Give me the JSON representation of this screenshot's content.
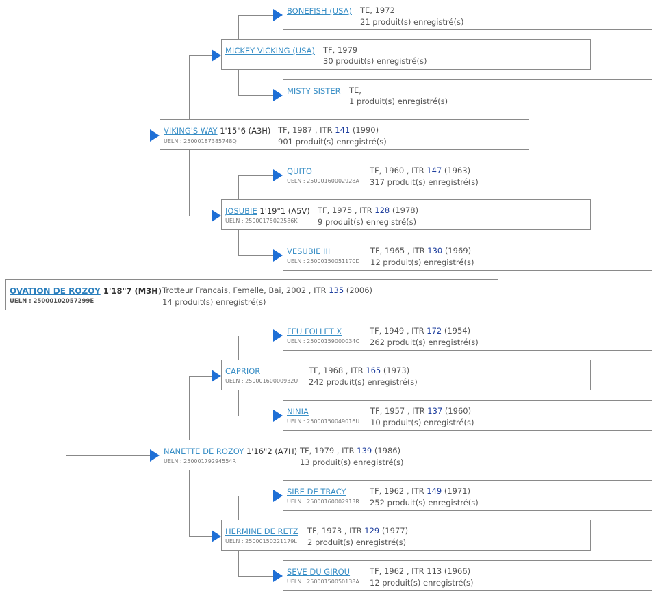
{
  "horses": {
    "root": {
      "name": "OVATION DE ROZOY",
      "time": "1'18\"7 (M3H)",
      "ueln": "UELN : 25000102057299E",
      "info": "Trotteur Francais, Femelle, Bai, 2002 , ITR",
      "itr": "135",
      "itr_year": "(2006)",
      "products": "14 produit(s) enregistré(s)"
    },
    "vikings_way": {
      "name": "VIKING'S WAY",
      "time": "1'15\"6 (A3H)",
      "ueln": "UELN : 25000187385748Q",
      "info": "TF, 1987 , ITR",
      "itr": "141",
      "itr_year": "(1990)",
      "products": "901 produit(s) enregistré(s)"
    },
    "mickey_vicking": {
      "name": "MICKEY VICKING (USA)",
      "info": "TF, 1979",
      "products": "30 produit(s) enregistré(s)"
    },
    "bonefish": {
      "name": "BONEFISH (USA)",
      "info": "TE, 1972",
      "products": "21 produit(s) enregistré(s)"
    },
    "misty_sister": {
      "name": "MISTY SISTER",
      "info": "TE,",
      "products": "1 produit(s) enregistré(s)"
    },
    "josubie": {
      "name": "JOSUBIE",
      "time": "1'19\"1 (A5V)",
      "ueln": "UELN : 25000175022586K",
      "info": "TF, 1975 , ITR",
      "itr": "128",
      "itr_year": "(1978)",
      "products": "9 produit(s) enregistré(s)"
    },
    "quito": {
      "name": "QUITO",
      "ueln": "UELN : 25000160002928A",
      "info": "TF, 1960 , ITR",
      "itr": "147",
      "itr_year": "(1963)",
      "products": "317 produit(s) enregistré(s)"
    },
    "vesubie": {
      "name": "VESUBIE III",
      "ueln": "UELN : 25000150051170D",
      "info": "TF, 1965 , ITR",
      "itr": "130",
      "itr_year": "(1969)",
      "products": "12 produit(s) enregistré(s)"
    },
    "nanette": {
      "name": "NANETTE DE ROZOY",
      "time": "1'16\"2 (A7H)",
      "ueln": "UELN : 25000179294554R",
      "info": "TF, 1979 , ITR",
      "itr": "139",
      "itr_year": "(1986)",
      "products": "13 produit(s) enregistré(s)"
    },
    "caprior": {
      "name": "CAPRIOR",
      "ueln": "UELN : 25000160000932U",
      "info": "TF, 1968 , ITR",
      "itr": "165",
      "itr_year": "(1973)",
      "products": "242 produit(s) enregistré(s)"
    },
    "feu_follet": {
      "name": "FEU FOLLET X",
      "ueln": "UELN : 25000159000034C",
      "info": "TF, 1949 , ITR",
      "itr": "172",
      "itr_year": "(1954)",
      "products": "262 produit(s) enregistré(s)"
    },
    "ninia": {
      "name": "NINIA",
      "ueln": "UELN : 25000150049016U",
      "info": "TF, 1957 , ITR",
      "itr": "137",
      "itr_year": "(1960)",
      "products": "10 produit(s) enregistré(s)"
    },
    "hermine": {
      "name": "HERMINE DE RETZ",
      "ueln": "UELN : 25000150221179L",
      "info": "TF, 1973 , ITR",
      "itr": "129",
      "itr_year": "(1977)",
      "products": "2 produit(s) enregistré(s)"
    },
    "sire_tracy": {
      "name": "SIRE DE TRACY",
      "ueln": "UELN : 25000160002913R",
      "info": "TF, 1962 , ITR",
      "itr": "149",
      "itr_year": "(1971)",
      "products": "252 produit(s) enregistré(s)"
    },
    "seve_girou": {
      "name": "SEVE DU GIROU",
      "ueln": "UELN : 25000150050138A",
      "info": "TF, 1962 , ITR",
      "itr": "113",
      "itr_year": "(1966)",
      "products": "12 produit(s) enregistré(s)"
    }
  }
}
